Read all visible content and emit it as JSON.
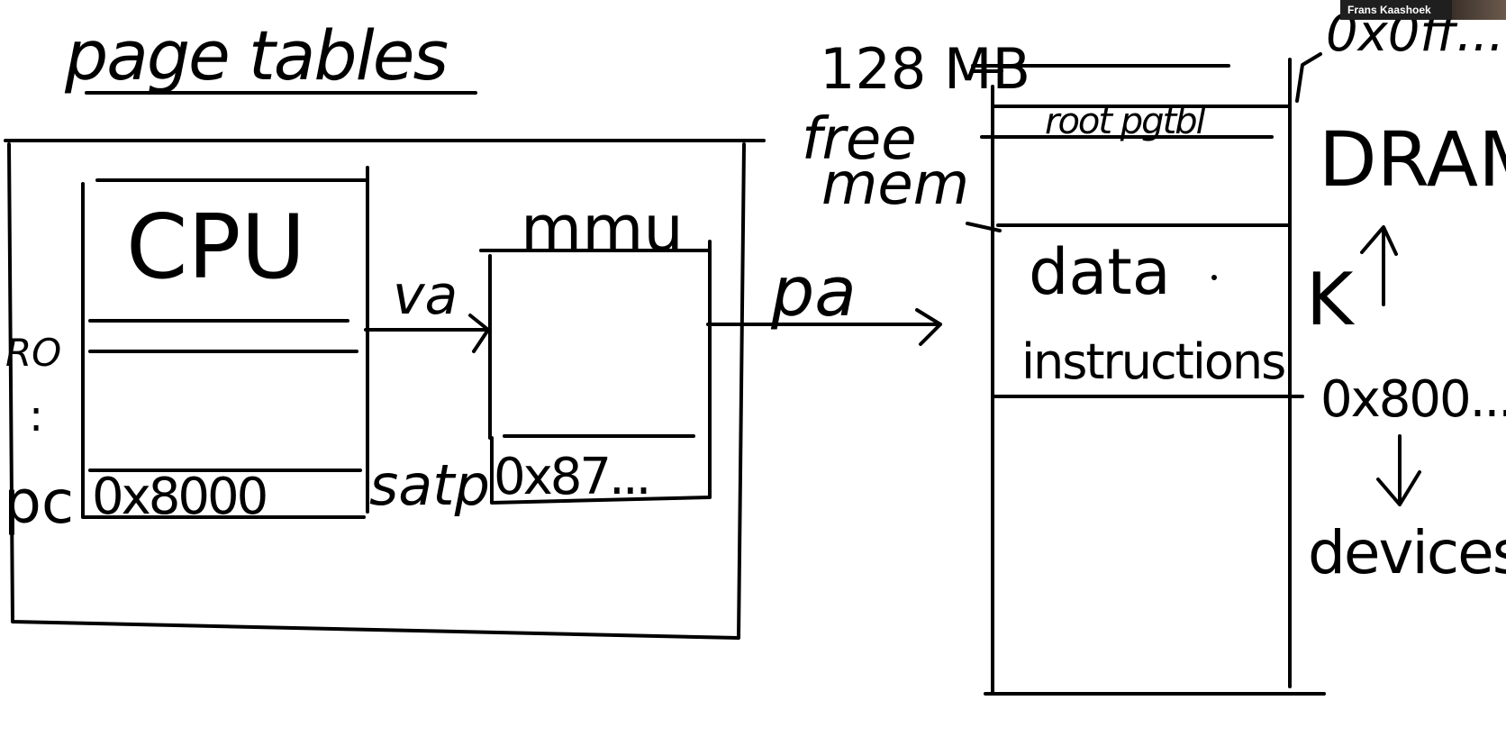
{
  "whiteboard": {
    "title": "page tables",
    "cpu": {
      "label": "CPU",
      "register_label": "RO",
      "ellipsis": ":",
      "pc_label": "pc",
      "pc_value": "0x8000"
    },
    "arrows": {
      "va_label": "va",
      "pa_label": "pa"
    },
    "mmu": {
      "label": "mmu",
      "satp_label": "satp",
      "satp_value": "0x87..."
    },
    "memory": {
      "size_label": "128 MB",
      "free_label_line1": "free",
      "free_label_line2": "mem",
      "root_label": "root pgtbl",
      "data_label": "data",
      "instructions_label": "instructions",
      "top_address": "0x0ff...",
      "dram_label": "DRAM",
      "k_label": "K",
      "kernel_base": "0x800...",
      "devices_label": "devices"
    }
  },
  "presenter": {
    "name": "Frans Kaashoek"
  }
}
